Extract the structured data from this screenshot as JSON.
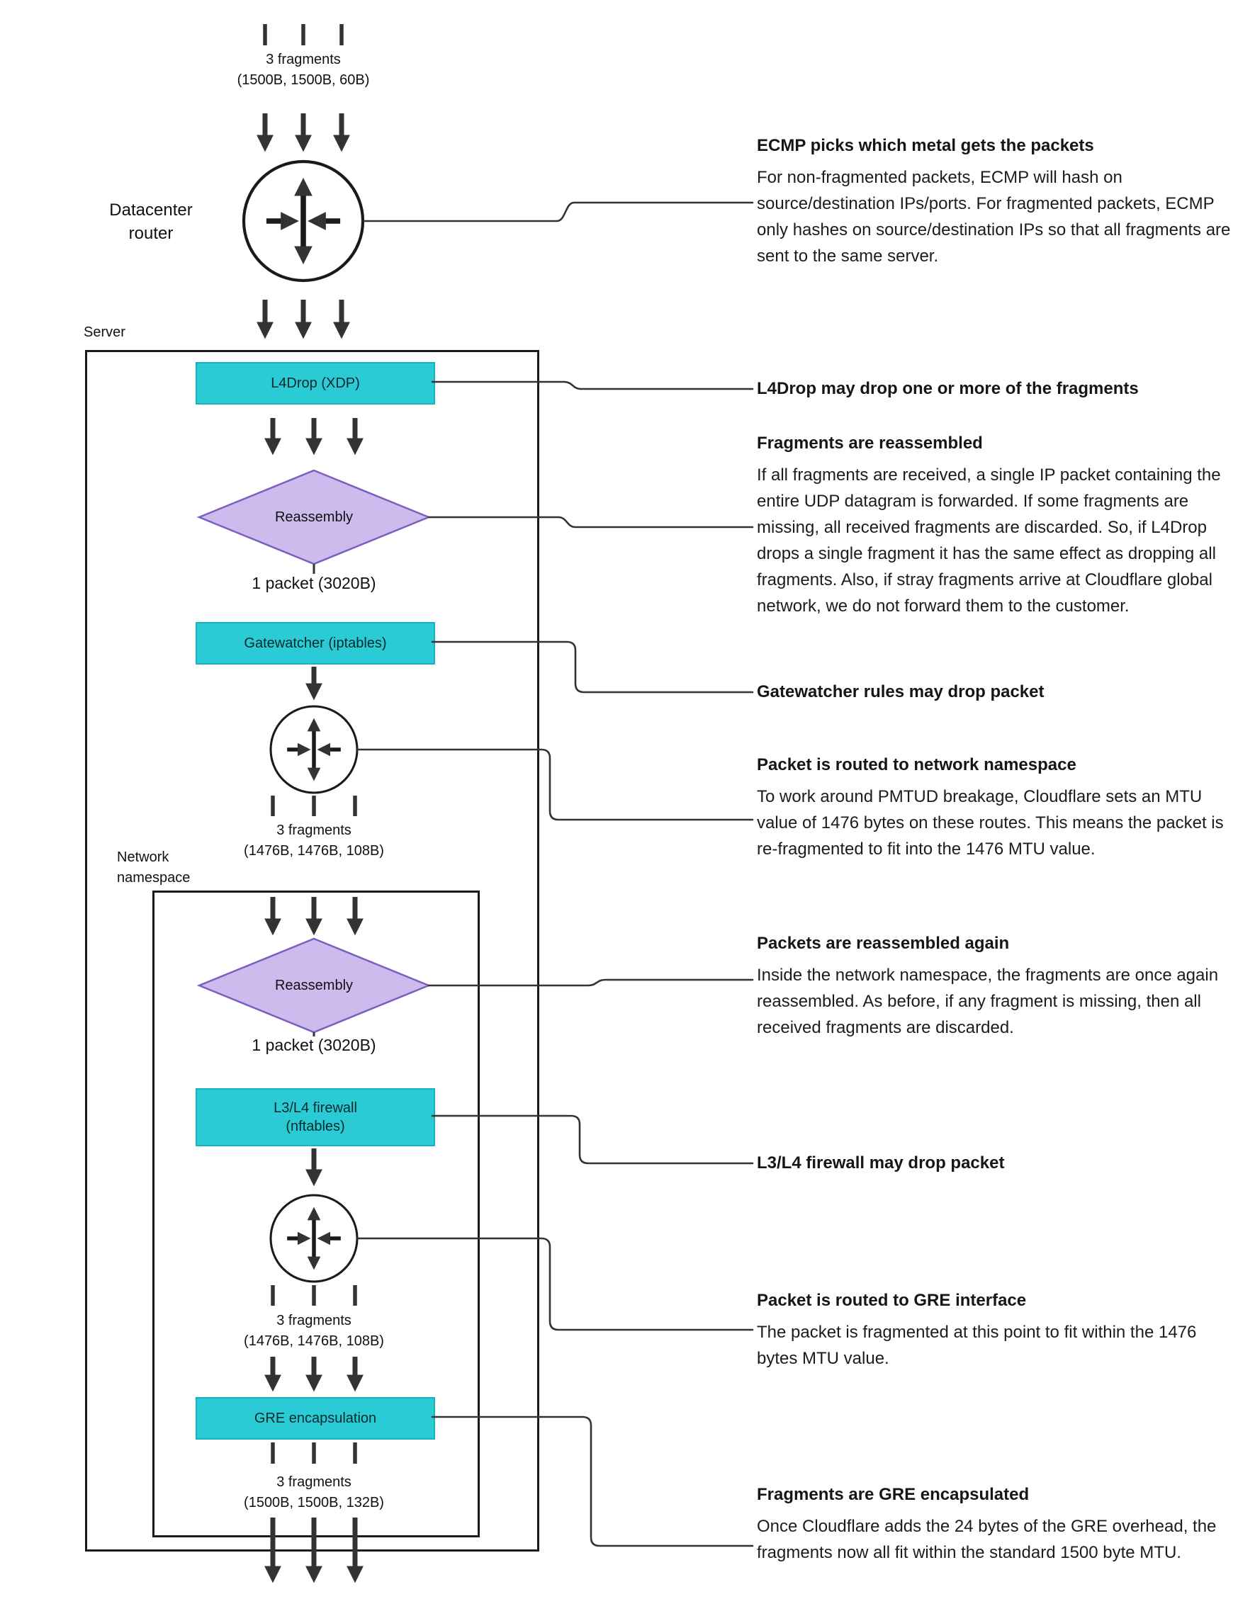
{
  "colors": {
    "ink": "#1a1a1a",
    "arrow": "#333333",
    "cyan": "#2BCBD6",
    "cyan_border": "#1BAFBF",
    "purple_fill": "#CDBBED",
    "purple_border": "#7B5FC0",
    "text": "#111111"
  },
  "diagram": {
    "datacenter_router_label": "Datacenter router",
    "server_label": "Server",
    "namespace_label": "Network namespace",
    "nodes": {
      "l4drop": "L4Drop (XDP)",
      "reassembly1": "Reassembly",
      "packet1": "1 packet (3020B)",
      "gatewatcher": "Gatewatcher (iptables)",
      "reassembly2": "Reassembly",
      "packet2": "1 packet (3020B)",
      "firewall_line1": "L3/L4 firewall",
      "firewall_line2": "(nftables)",
      "gre": "GRE encapsulation"
    },
    "fragments": [
      {
        "count": "3 fragments",
        "sizes": "(1500B, 1500B, 60B)"
      },
      {
        "count": "3 fragments",
        "sizes": "(1476B, 1476B, 108B)"
      },
      {
        "count": "3 fragments",
        "sizes": "(1476B, 1476B, 108B)"
      },
      {
        "count": "3 fragments",
        "sizes": "(1500B, 1500B, 132B)"
      }
    ]
  },
  "annotations": [
    {
      "heading": "ECMP picks which metal gets the packets",
      "body": "For non-fragmented packets, ECMP will hash on source/destination IPs/ports. For fragmented packets, ECMP only hashes on source/destination IPs so that all fragments are sent to the same server."
    },
    {
      "heading": "L4Drop may drop one or more of the fragments",
      "body": ""
    },
    {
      "heading": "Fragments are reassembled",
      "body": "If all fragments are received, a single IP packet containing the entire UDP datagram is forwarded. If some fragments are missing, all received fragments are discarded. So, if L4Drop drops a single fragment it has the same effect as dropping all fragments. Also, if stray fragments arrive at Cloudflare global network, we do not forward them to the customer."
    },
    {
      "heading": "Gatewatcher rules may drop packet",
      "body": ""
    },
    {
      "heading": "Packet is routed to network namespace",
      "body": "To work around PMTUD breakage, Cloudflare sets an MTU value of 1476 bytes on these routes. This means the packet is re-fragmented to fit into the 1476 MTU value."
    },
    {
      "heading": "Packets are reassembled again",
      "body": "Inside the network namespace, the fragments are once again reassembled. As before, if any fragment is missing, then all received fragments are discarded."
    },
    {
      "heading": "L3/L4 firewall may drop packet",
      "body": ""
    },
    {
      "heading": "Packet is routed to GRE interface",
      "body": "The packet is fragmented at this point to fit within the 1476 bytes MTU value."
    },
    {
      "heading": "Fragments are GRE encapsulated",
      "body": "Once Cloudflare adds the 24 bytes of the GRE overhead, the fragments now all fit within the standard 1500 byte MTU."
    }
  ]
}
